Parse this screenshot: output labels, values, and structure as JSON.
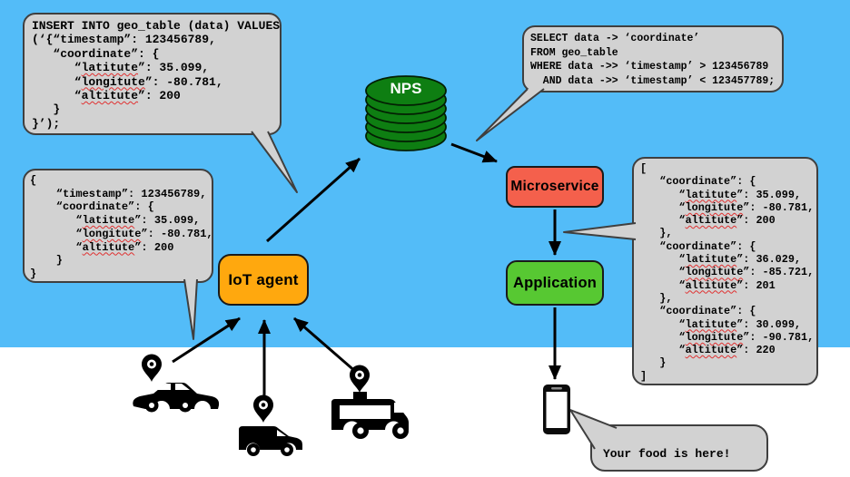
{
  "colors": {
    "sky": "#53BCF8",
    "ground": "#FFFFFF",
    "bubble_fill": "#D2D2D2",
    "bubble_border": "#3F3F3F",
    "db_green": "#0E7E12",
    "iot_orange": "#FFA80E",
    "microservice_red": "#F4604C",
    "application_green": "#57C832",
    "misspell_red": "#E03131",
    "arrow_black": "#000000"
  },
  "misspelled_words": [
    "latitute",
    "longitute",
    "altitute"
  ],
  "nodes": {
    "database": {
      "label": "NPS"
    },
    "iot_agent": {
      "label": "IoT agent"
    },
    "microservice": {
      "label": "Microservice"
    },
    "application": {
      "label": "Application"
    }
  },
  "bubbles": {
    "insert_sql": {
      "lines": [
        "INSERT INTO geo_table (data) VALUES",
        "(‘{“timestamp”: 123456789,",
        "   “coordinate”: {",
        "      “latitute”: 35.099,",
        "      “longitute”: -80.781,",
        "      “altitute”: 200",
        "   }",
        "}’);"
      ]
    },
    "device_json": {
      "lines": [
        "{",
        "    “timestamp”: 123456789,",
        "    “coordinate”: {",
        "       “latitute”: 35.099,",
        "       “longitute”: -80.781,",
        "       “altitute”: 200",
        "    }",
        "}"
      ]
    },
    "select_sql": {
      "lines": [
        "SELECT data -> ‘coordinate’",
        "FROM geo_table",
        "WHERE data ->> ‘timestamp’ > 123456789",
        "  AND data ->> ‘timestamp’ < 123457789;"
      ]
    },
    "result_json": {
      "lines": [
        "[",
        "   “coordinate”: {",
        "      “latitute”: 35.099,",
        "      “longitute”: -80.781,",
        "      “altitute”: 200",
        "   },",
        "   “coordinate”: {",
        "      “latitute”: 36.029,",
        "      “longitute”: -85.721,",
        "      “altitute”: 201",
        "   },",
        "   “coordinate”: {",
        "      “latitute”: 30.099,",
        "      “longitute”: -90.781,",
        "      “altitute”: 220",
        "   }",
        "]"
      ]
    },
    "notification": {
      "text": "Your food is here!"
    }
  },
  "icons": {
    "database": "database-cylinder-icon (stacked green disks)",
    "car": "car-icon (black silhouette)",
    "van": "van-icon (black silhouette)",
    "rv": "rv-truck-icon (black silhouette)",
    "pin": "location-pin-icon (map marker)",
    "phone": "smartphone-icon"
  }
}
